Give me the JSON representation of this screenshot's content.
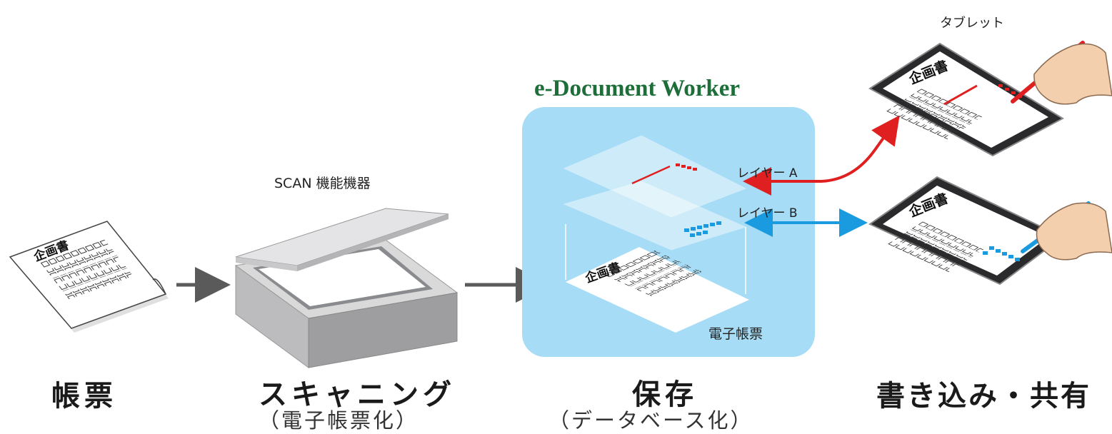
{
  "stages": {
    "paper": {
      "title": "帳票",
      "sheet_title": "企画書"
    },
    "scan": {
      "title": "スキャニング",
      "subtitle": "（電子帳票化）",
      "device": "SCAN 機能機器"
    },
    "store": {
      "title": "保存",
      "subtitle": "（データベース化）",
      "product": "e-Document Worker"
    },
    "share": {
      "title": "書き込み・共有",
      "device": "タブレット"
    }
  },
  "layers": {
    "a": "レイヤー A",
    "b": "レイヤー B",
    "base": "電子帳票",
    "base_sheet_title": "企画書"
  },
  "tablets": {
    "top_title": "企画書",
    "bottom_title": "企画書"
  },
  "colors": {
    "panel": "#a6dcf5",
    "layer_a_accent": "#e02020",
    "layer_b_accent": "#1a9be0",
    "brand": "#1e6e3a",
    "arrow_gray": "#5a5a5a"
  }
}
